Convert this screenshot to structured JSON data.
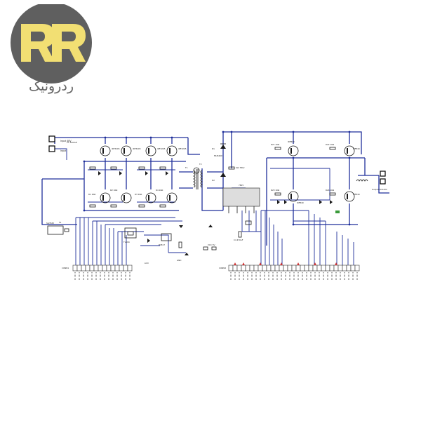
{
  "brand": {
    "logo_letters": "RR",
    "name": "ردرونیک",
    "colors": {
      "circle": "#5f5f5f",
      "letters": "#f2df73"
    }
  },
  "schematic": {
    "wire_color": "#1f2f9a",
    "labels": {
      "input": "Input 48V",
      "input2": "Input",
      "cap_main": "C1 1000uF",
      "q_a1": "IRF3205",
      "q_a2": "IRF3205",
      "q_a3": "IRF3205",
      "q_a4": "IRF3205",
      "r_a1": "R1 10Ω",
      "r_a2": "R2 10Ω",
      "r_a3": "R3 10Ω",
      "r_a4": "R4 10Ω",
      "trafo": "T1",
      "trafo2": "T2",
      "diode_a": "D1",
      "diode_b": "D2",
      "diode_fr": "MUR460",
      "reg": "7805",
      "reg2": "KIA 7812",
      "cap_out": "C4 470uF",
      "q_b1": "IRF840",
      "q_b2": "IRF840",
      "q_b3": "IRF840",
      "q_b4": "IRF840",
      "r_b1": "R21 10Ω",
      "r_b2": "R22 10Ω",
      "r_b3": "R23 10Ω",
      "r_b4": "R24 10Ω",
      "output": "Output AC220V",
      "lcd": "LCD",
      "chip_left": "SG3525",
      "chip_mid": "TL494",
      "opto": "PC817",
      "fuse": "F1",
      "gnd": "GND",
      "vcc": "VCC 5V",
      "conn_left": "CONN1",
      "conn_right": "CONN2"
    }
  }
}
